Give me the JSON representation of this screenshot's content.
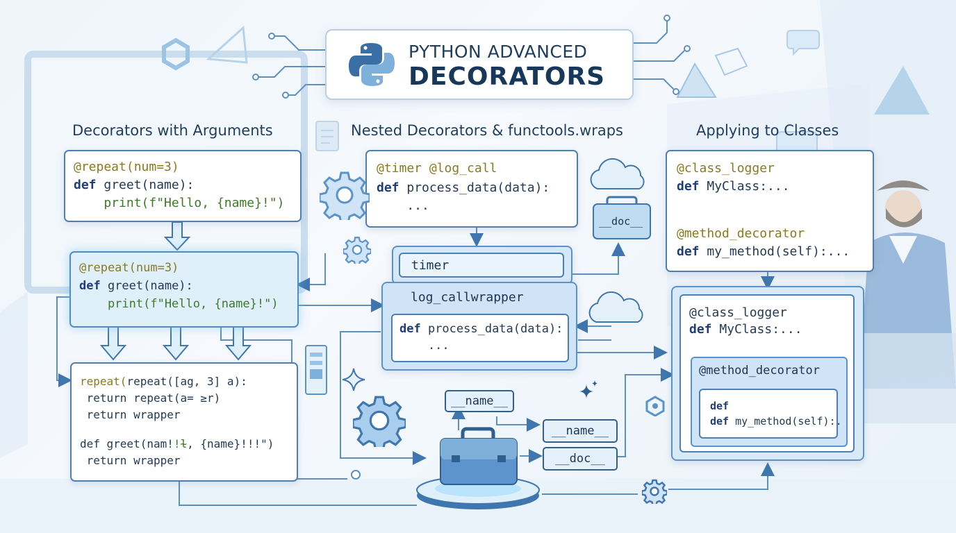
{
  "title": {
    "line1": "PYTHON ADVANCED",
    "line2": "DECORATORS"
  },
  "sections": {
    "left": "Decorators with Arguments",
    "middle": "Nested Decorators & functools.wraps",
    "right": "Applying to Classes"
  },
  "left_top": {
    "dec": "@repeat(num=3)",
    "def_kw": "def",
    "def_rest": " greet(name):",
    "print": "    print(f\"Hello, {name}!\")"
  },
  "left_mid": {
    "dec": "@repeat(num=3)",
    "def_kw": "def",
    "def_rest": " greet(name):",
    "print": "    print(f\"Hello, {name}!\")"
  },
  "left_bottom": {
    "line1_dec": "repeat(",
    "line1_rest": "repeat([ag, 3] a):",
    "line2": " return repeat(a= ≥r)",
    "line3": " return wrapper",
    "line4": "def greet(nam!",
    "line4_glyph": "!ɫ",
    "line4_rest": ", {name}!!!\")",
    "line5": " return wrapper"
  },
  "mid_top": {
    "dec": "@timer @log_call",
    "def_kw": "def",
    "def_rest": " process_data(data):",
    "body": "    ..."
  },
  "mid_stack": {
    "timer": "timer",
    "wrapper": "log_callwrapper",
    "def_kw": "def",
    "def_rest": " process_data(data):",
    "body": "    ..."
  },
  "doc_box": "__doc__",
  "bottom_labels": {
    "name_top": "__name__",
    "name_right": "__name__",
    "doc_right": "__doc__"
  },
  "right_top": {
    "dec1": "@class_logger",
    "def1_kw": "def",
    "def1_rest": " MyClass:...",
    "dec2": "@method_decorator",
    "def2_kw": "def",
    "def2_rest": " my_method(self):..."
  },
  "right_bottom": {
    "dec1": "@class_logger",
    "def1_kw": "def",
    "def1_rest": " MyClass:...",
    "dec2": "@method_decorator",
    "def_a": "def",
    "def_b_kw": "def",
    "def_b_rest": " my_method(self):."
  },
  "colors": {
    "accent": "#4e8dc6",
    "decorator": "#8a7a1e",
    "keyword": "#1f3d7a",
    "string": "#3d7a2a",
    "panel": "#dff0fb"
  },
  "icons": [
    "python-logo-icon",
    "gear-icon",
    "cloud-icon",
    "briefcase-icon",
    "sparkle-icon",
    "hexagon-icon",
    "document-icon"
  ]
}
